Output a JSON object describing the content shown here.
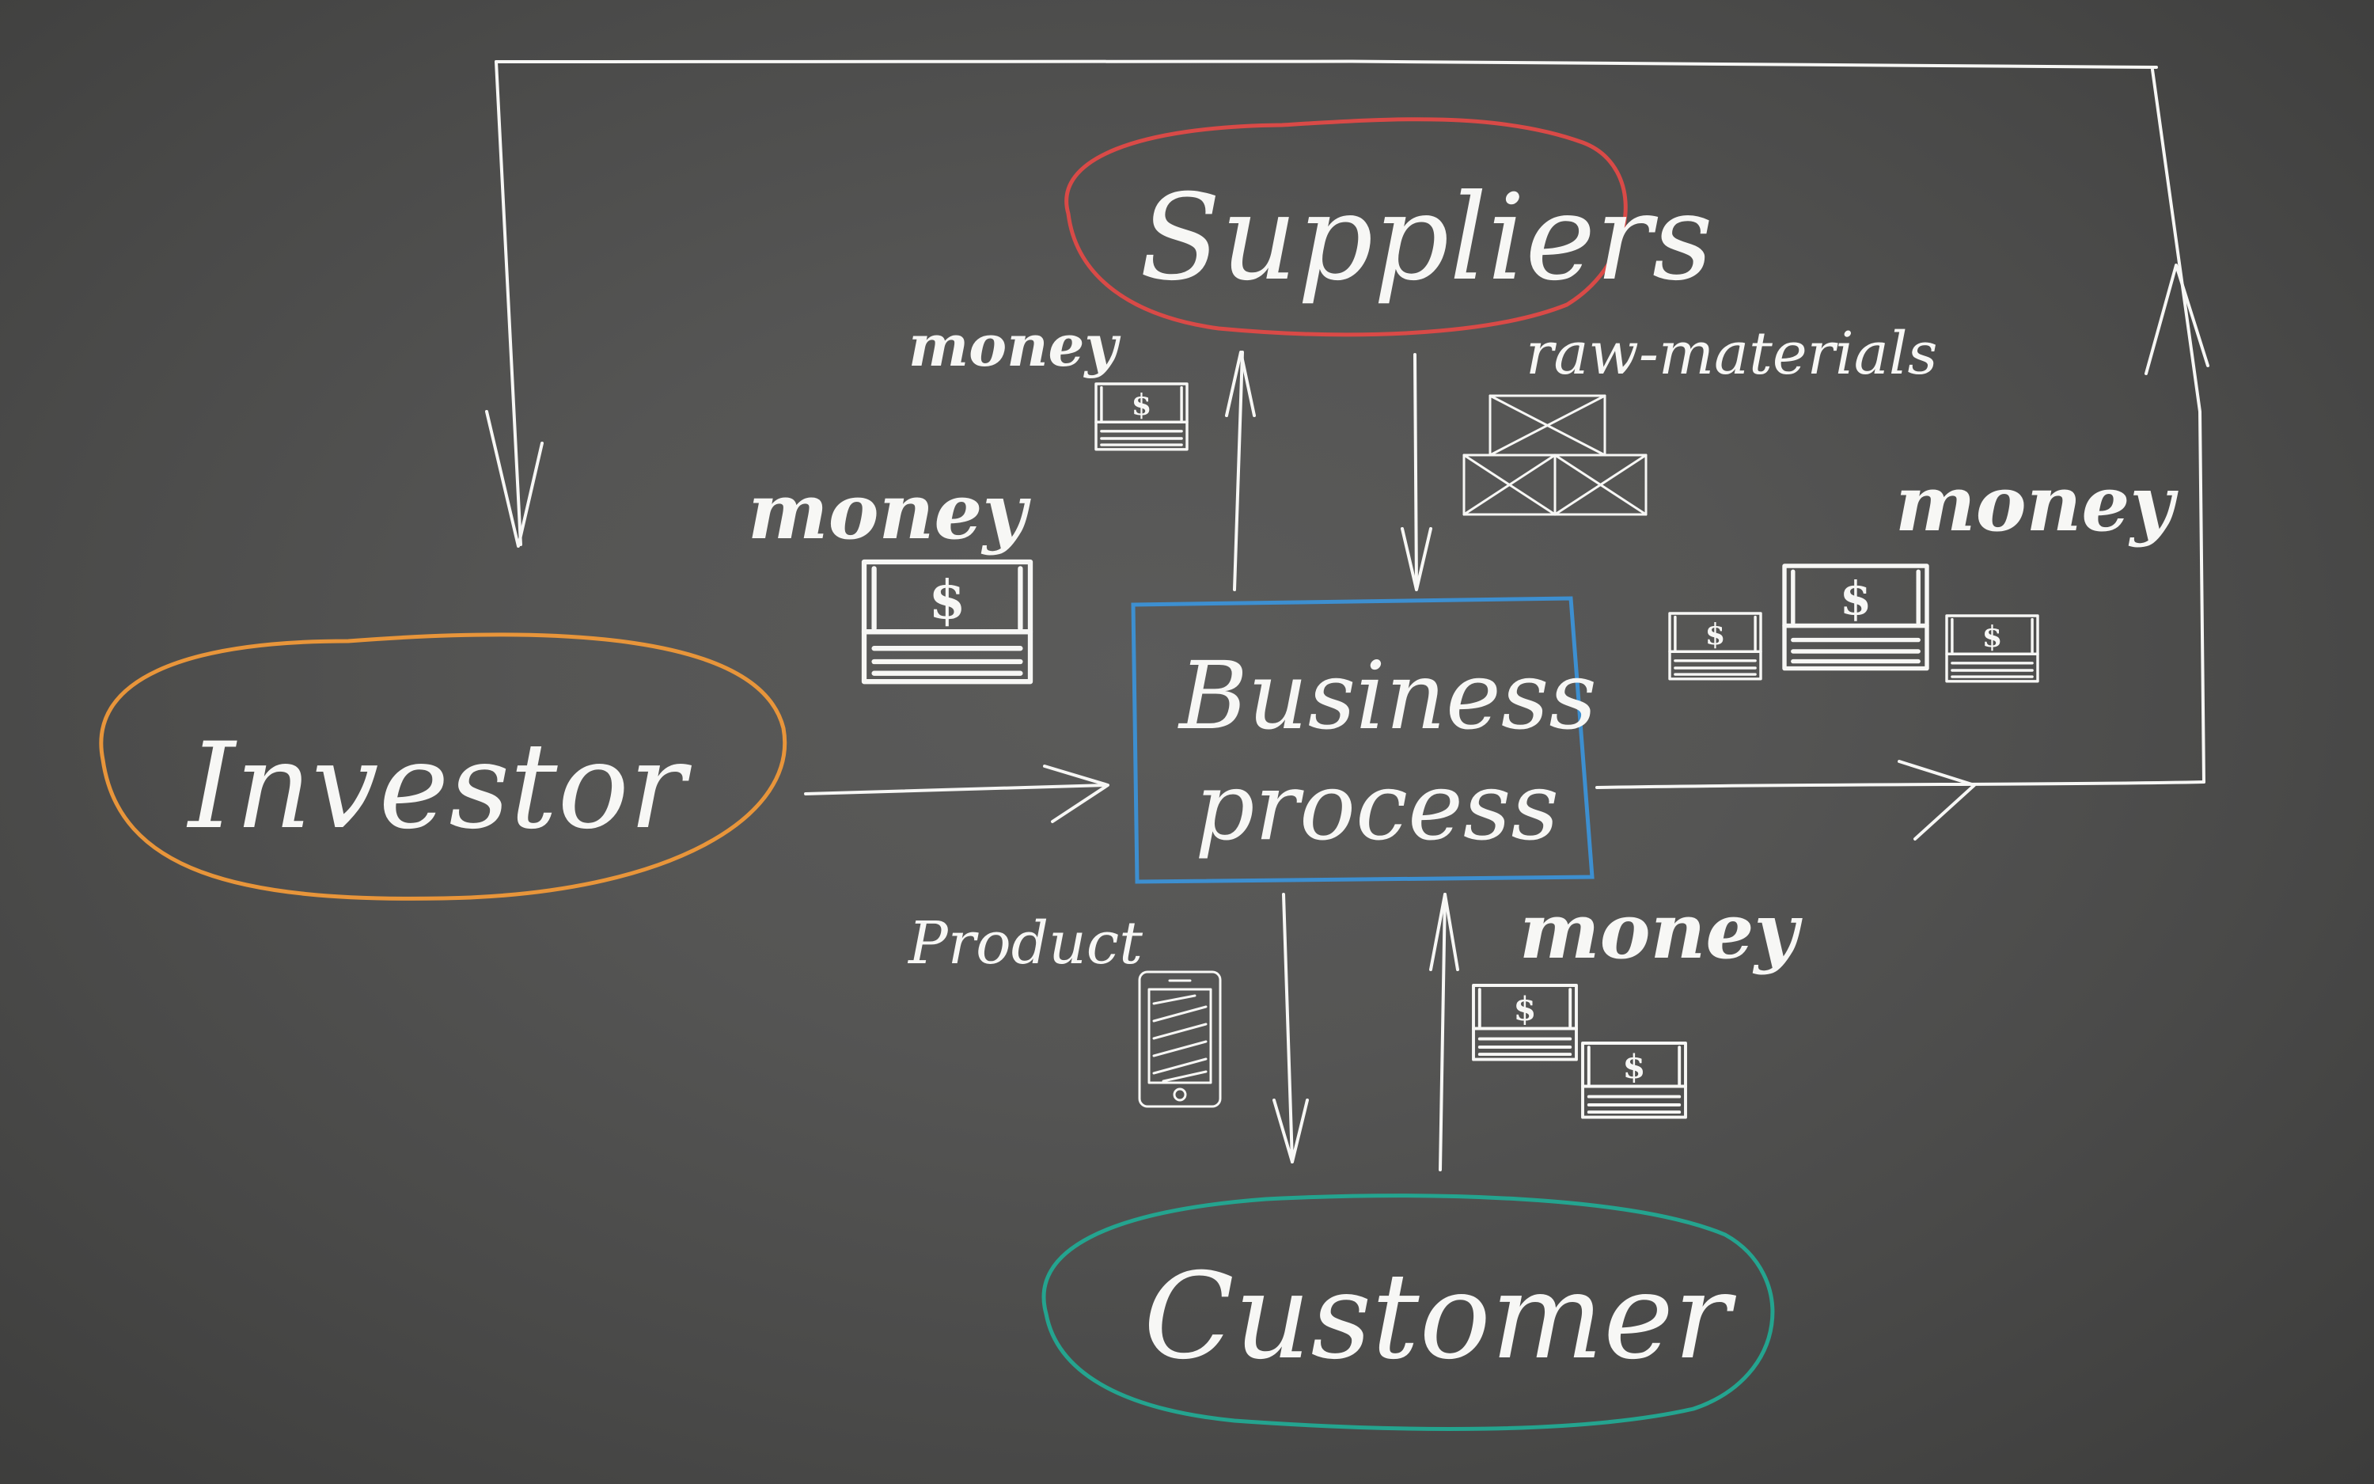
{
  "nodes": {
    "investor": "Investor",
    "suppliers": "Suppliers",
    "customer": "Customer",
    "business_line1": "Business",
    "business_line2": "process"
  },
  "labels": {
    "money_suppliers": "money",
    "raw_materials": "raw-materials",
    "money_investor": "money",
    "money_return": "money",
    "product": "Product",
    "money_customer": "money"
  },
  "icons": {
    "money_stack": "money-stack-icon",
    "boxes": "boxes-icon",
    "smartphone": "smartphone-icon"
  },
  "colors": {
    "background": "#4a4a49",
    "chalk": "#f7f7f5",
    "investor_outline": "#e8953a",
    "suppliers_outline": "#d94a47",
    "business_outline": "#3d8fd0",
    "customer_outline": "#24a48f"
  }
}
